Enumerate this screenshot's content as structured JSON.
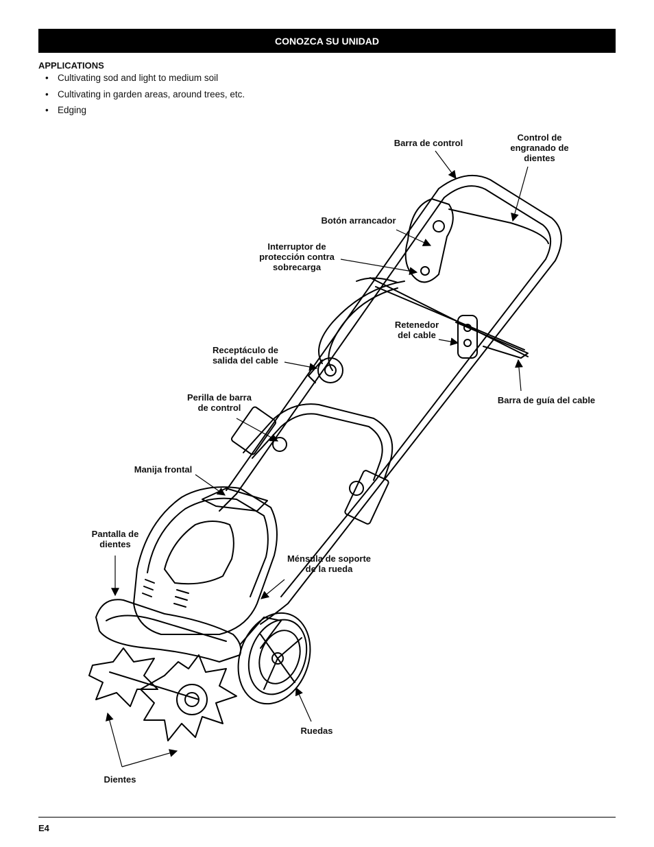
{
  "header": {
    "title": "CONOZCA SU UNIDAD"
  },
  "applications": {
    "heading": "APPLICATIONS",
    "items": [
      "Cultivating sod and light to medium soil",
      "Cultivating in garden areas, around trees, etc.",
      "Edging"
    ]
  },
  "diagram": {
    "labels": {
      "barra_control": "Barra de control",
      "control_engranado": "Control de\nengranado de\ndientes",
      "boton_arrancador": "Botón arrancador",
      "interruptor": "Interruptor de\nprotección contra\nsobrecarga",
      "retenedor": "Retenedor\ndel cable",
      "receptaculo": "Receptáculo de\nsalida del cable",
      "barra_guia": "Barra de guía del cable",
      "perilla": "Perilla de barra\nde control",
      "manija": "Manija frontal",
      "pantalla": "Pantalla de\ndientes",
      "mensula": "Ménsula de soporte\nde la rueda",
      "ruedas": "Ruedas",
      "dientes": "Dientes"
    }
  },
  "footer": {
    "page_number": "E4"
  }
}
